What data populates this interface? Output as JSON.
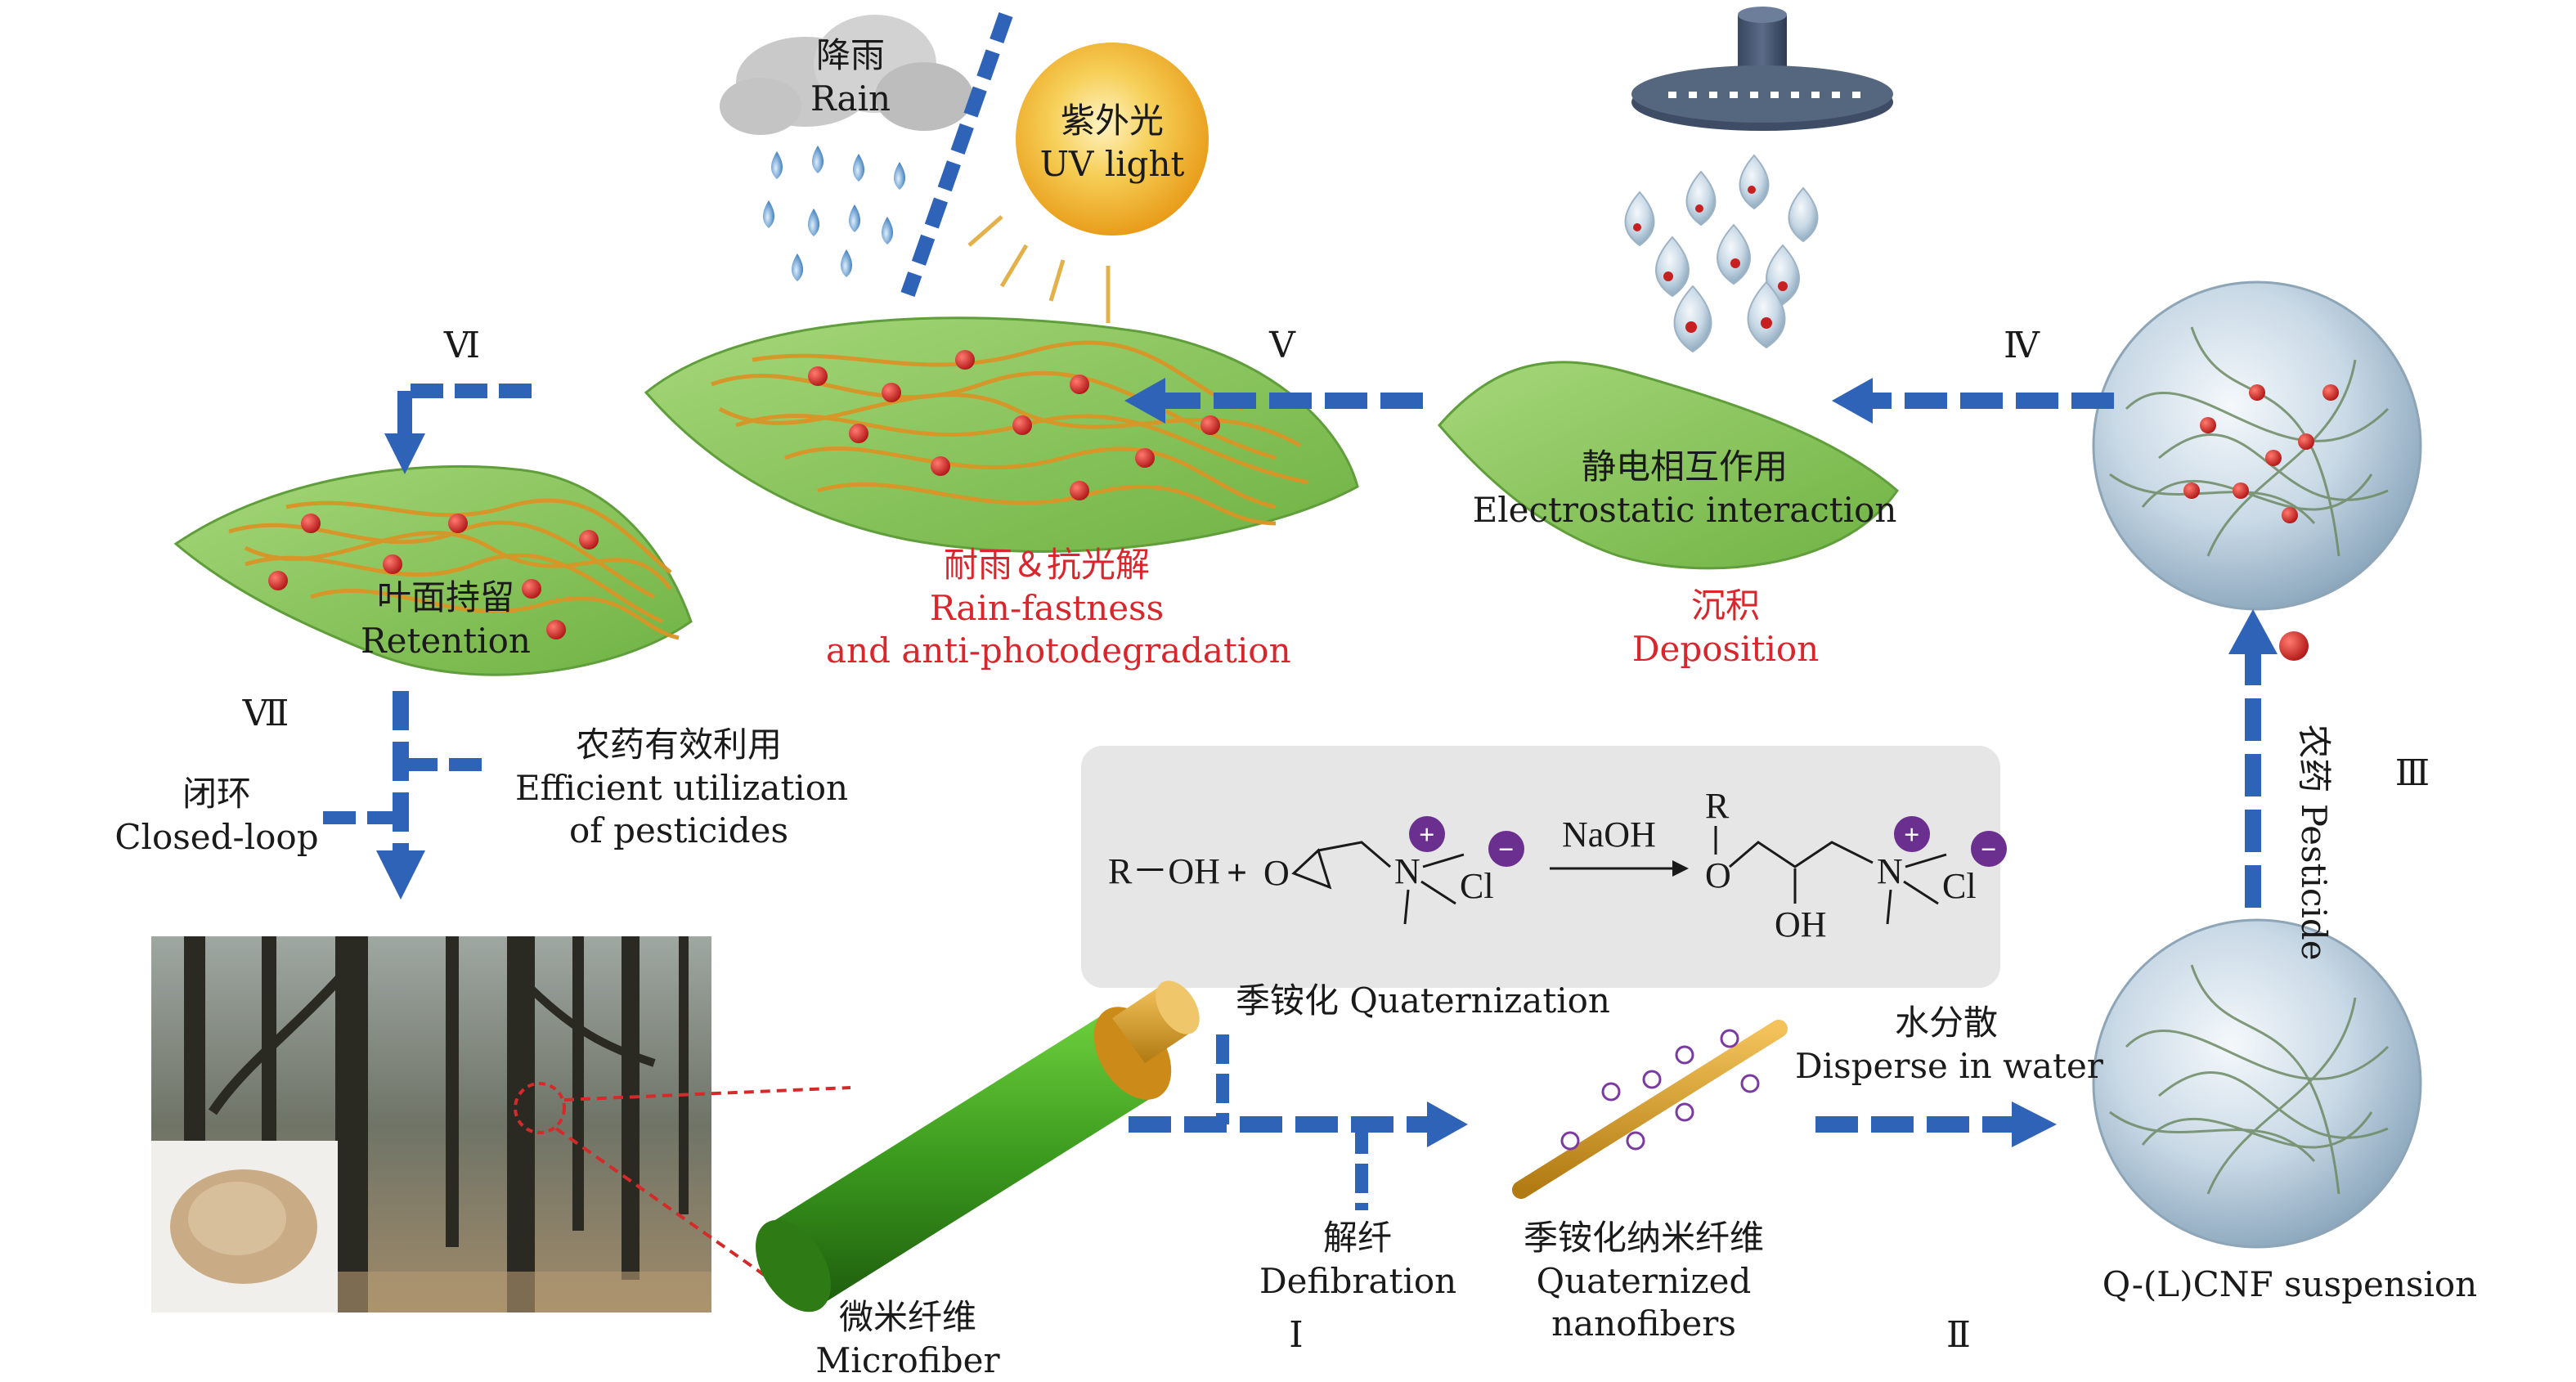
{
  "colors": {
    "arrow": "#2e63b8",
    "leaf": "#8cc55a",
    "fiber": "#d9a025",
    "pesticide": "#cc2222",
    "text_red": "#d8262c",
    "chem_box": "#e6e6e6"
  },
  "weather": {
    "rain_cn": "降雨",
    "rain_en": "Rain",
    "uv_cn": "紫外光",
    "uv_en": "UV light"
  },
  "steps": {
    "roman": [
      "Ⅰ",
      "Ⅱ",
      "Ⅲ",
      "Ⅳ",
      "Ⅴ",
      "Ⅵ",
      "Ⅶ"
    ]
  },
  "labels": {
    "rainfast_cn": "耐雨＆抗光解",
    "rainfast_en1": "Rain-fastness",
    "rainfast_en2": "and anti-photodegradation",
    "electro_cn": "静电相互作用",
    "electro_en": "Electrostatic interaction",
    "deposit_cn": "沉积",
    "deposit_en": "Deposition",
    "retention_cn": "叶面持留",
    "retention_en": "Retention",
    "closed_cn": "闭环",
    "closed_en": "Closed-loop",
    "efficient_cn": "农药有效利用",
    "efficient_en1": "Efficient utilization",
    "efficient_en2": "of pesticides",
    "pesticide_label": "农药 Pesticide",
    "microfiber_cn": "微米纤维",
    "microfiber_en": "Microfiber",
    "defib_cn": "解纤",
    "defib_en": "Defibration",
    "quatfiber_cn": "季铵化纳米纤维",
    "quatfiber_en1": "Quaternized",
    "quatfiber_en2": "nanofibers",
    "disperse_cn": "水分散",
    "disperse_en": "Disperse in water",
    "suspension": "Q-(L)CNF suspension",
    "quaternization": "季铵化 Quaternization"
  },
  "chem": {
    "reactant": "R－OH",
    "plus": "+",
    "o_epoxide": "O",
    "n": "N",
    "cl": "Cl",
    "reagent": "NaOH",
    "r_prod": "R",
    "o_prod": "O",
    "oh_prod": "OH",
    "plus_charge": "+",
    "minus_charge": "−"
  }
}
